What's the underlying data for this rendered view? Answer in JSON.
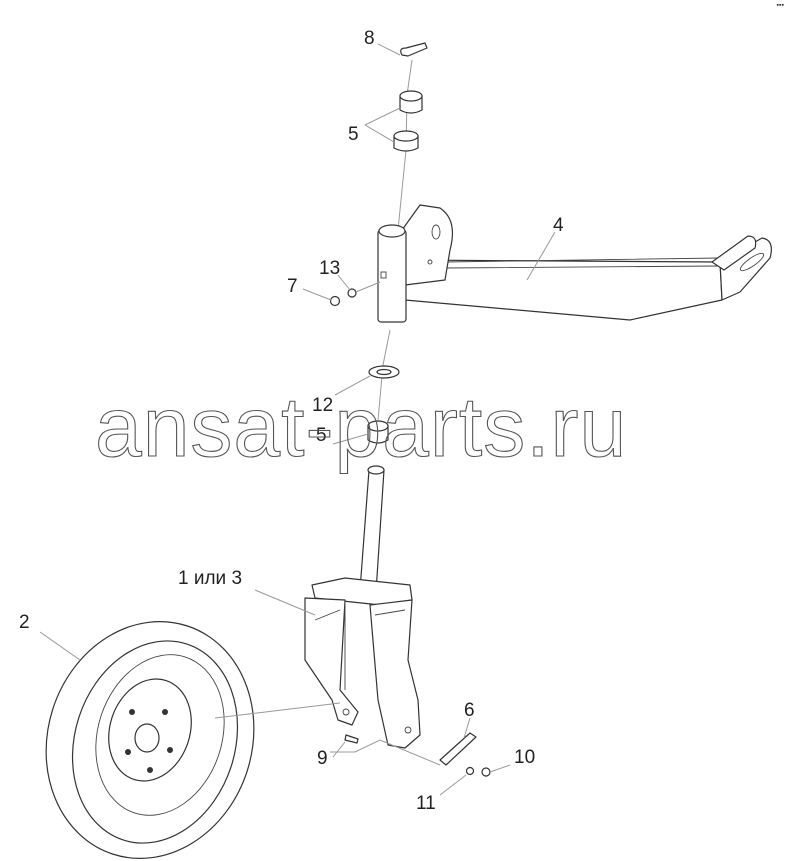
{
  "diagram": {
    "corner_mark": "▪▪▪",
    "watermark": "ansat-parts.ru",
    "labels": {
      "p1or3": "1 или 3",
      "p2": "2",
      "p4": "4",
      "p5a": "5",
      "p5b": "5",
      "p6": "6",
      "p7": "7",
      "p8": "8",
      "p9": "9",
      "p10": "10",
      "p11": "11",
      "p12": "12",
      "p13": "13"
    }
  }
}
